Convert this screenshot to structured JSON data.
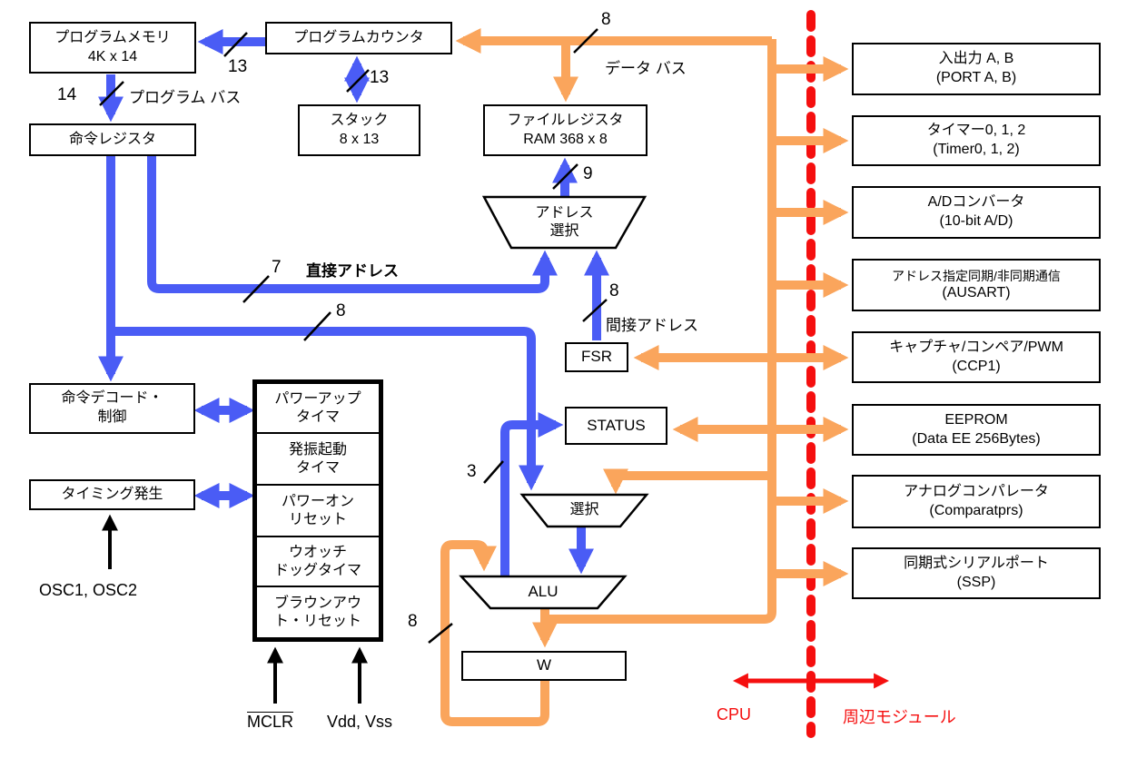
{
  "colors": {
    "blue": "#4a5cf5",
    "orange": "#faa55c",
    "red": "#f50f0f",
    "black": "#000000"
  },
  "cpu": {
    "program_memory": {
      "line1": "プログラムメモリ",
      "line2": "4K x 14"
    },
    "program_counter": {
      "label": "プログラムカウンタ"
    },
    "stack": {
      "line1": "スタック",
      "line2": "8 x 13"
    },
    "instruction_register": {
      "label": "命令レジスタ"
    },
    "file_register": {
      "line1": "ファイルレジスタ",
      "line2": "RAM 368 x 8"
    },
    "address_select": {
      "line1": "アドレス",
      "line2": "選択"
    },
    "fsr": {
      "label": "FSR"
    },
    "status": {
      "label": "STATUS"
    },
    "mux_select": {
      "label": "選択"
    },
    "alu": {
      "label": "ALU"
    },
    "w_register": {
      "label": "W"
    },
    "instruction_decode": {
      "line1": "命令デコード・",
      "line2": "制御"
    },
    "timing_generation": {
      "label": "タイミング発生"
    },
    "support_blocks": [
      {
        "line1": "パワーアップ",
        "line2": "タイマ"
      },
      {
        "line1": "発振起動",
        "line2": "タイマ"
      },
      {
        "line1": "パワーオン",
        "line2": "リセット"
      },
      {
        "line1": "ウオッチ",
        "line2": "ドッグタイマ"
      },
      {
        "line1": "ブラウンアウ",
        "line2": "ト・リセット"
      }
    ]
  },
  "peripherals": [
    {
      "line1": "入出力 A, B",
      "line2": "(PORT A, B)"
    },
    {
      "line1": "タイマー0, 1, 2",
      "line2": "(Timer0, 1, 2)"
    },
    {
      "line1": "A/Dコンバータ",
      "line2": "(10-bit A/D)"
    },
    {
      "line1": "アドレス指定同期/非同期通信",
      "line2": "(AUSART)"
    },
    {
      "line1": "キャプチャ/コンペア/PWM",
      "line2": "(CCP1)"
    },
    {
      "line1": "EEPROM",
      "line2": "(Data EE 256Bytes)"
    },
    {
      "line1": "アナログコンパレータ",
      "line2": "(Comparatprs)"
    },
    {
      "line1": "同期式シリアルポート",
      "line2": "(SSP)"
    }
  ],
  "bus_labels": {
    "program_bus": "プログラム バス",
    "data_bus": "データ バス",
    "direct_address": "直接アドレス",
    "indirect_address": "間接アドレス"
  },
  "bus_widths": {
    "pc_to_memory": "13",
    "memory_to_ir": "14",
    "pc_to_stack": "13",
    "data_bus": "8",
    "ram_address": "9",
    "direct_address": "7",
    "ir_branch": "8",
    "indirect_address": "8",
    "status_to_alu": "3",
    "w_to_alu": "8"
  },
  "pins": {
    "osc": "OSC1, OSC2",
    "mclr": "MCLR",
    "power": "Vdd, Vss"
  },
  "regions": {
    "cpu": "CPU",
    "peripheral": "周辺モジュール"
  }
}
